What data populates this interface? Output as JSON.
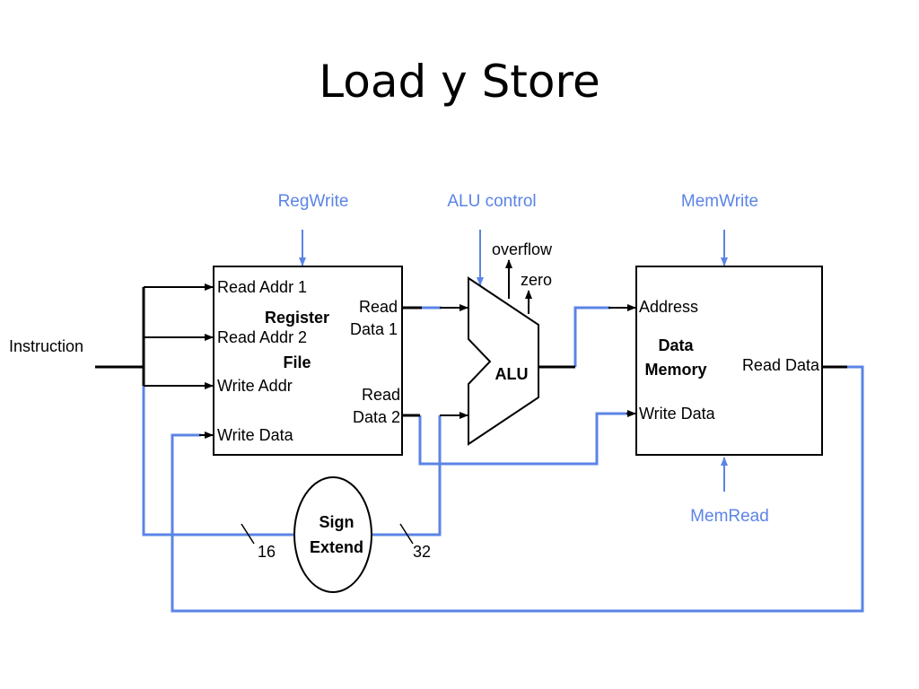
{
  "title": "Load y Store",
  "colors": {
    "control": "#5b84e6",
    "wire": "#000000",
    "box": "#000000"
  },
  "control_signals": {
    "reg_write": "RegWrite",
    "alu_control": "ALU control",
    "mem_write": "MemWrite",
    "mem_read": "MemRead"
  },
  "inputs": {
    "instruction": "Instruction"
  },
  "register_file": {
    "name_line1": "Register",
    "name_line2": "File",
    "read_addr_1": "Read Addr 1",
    "read_addr_2": "Read Addr 2",
    "write_addr": "Write Addr",
    "write_data": "Write Data",
    "read_data_1_line1": "Read",
    "read_data_1_line2": "Data 1",
    "read_data_2_line1": "Read",
    "read_data_2_line2": "Data 2"
  },
  "alu": {
    "name": "ALU",
    "overflow": "overflow",
    "zero": "zero"
  },
  "data_memory": {
    "name_line1": "Data",
    "name_line2": "Memory",
    "address": "Address",
    "write_data": "Write Data",
    "read_data": "Read Data"
  },
  "sign_extend": {
    "line1": "Sign",
    "line2": "Extend",
    "in_width": "16",
    "out_width": "32"
  }
}
